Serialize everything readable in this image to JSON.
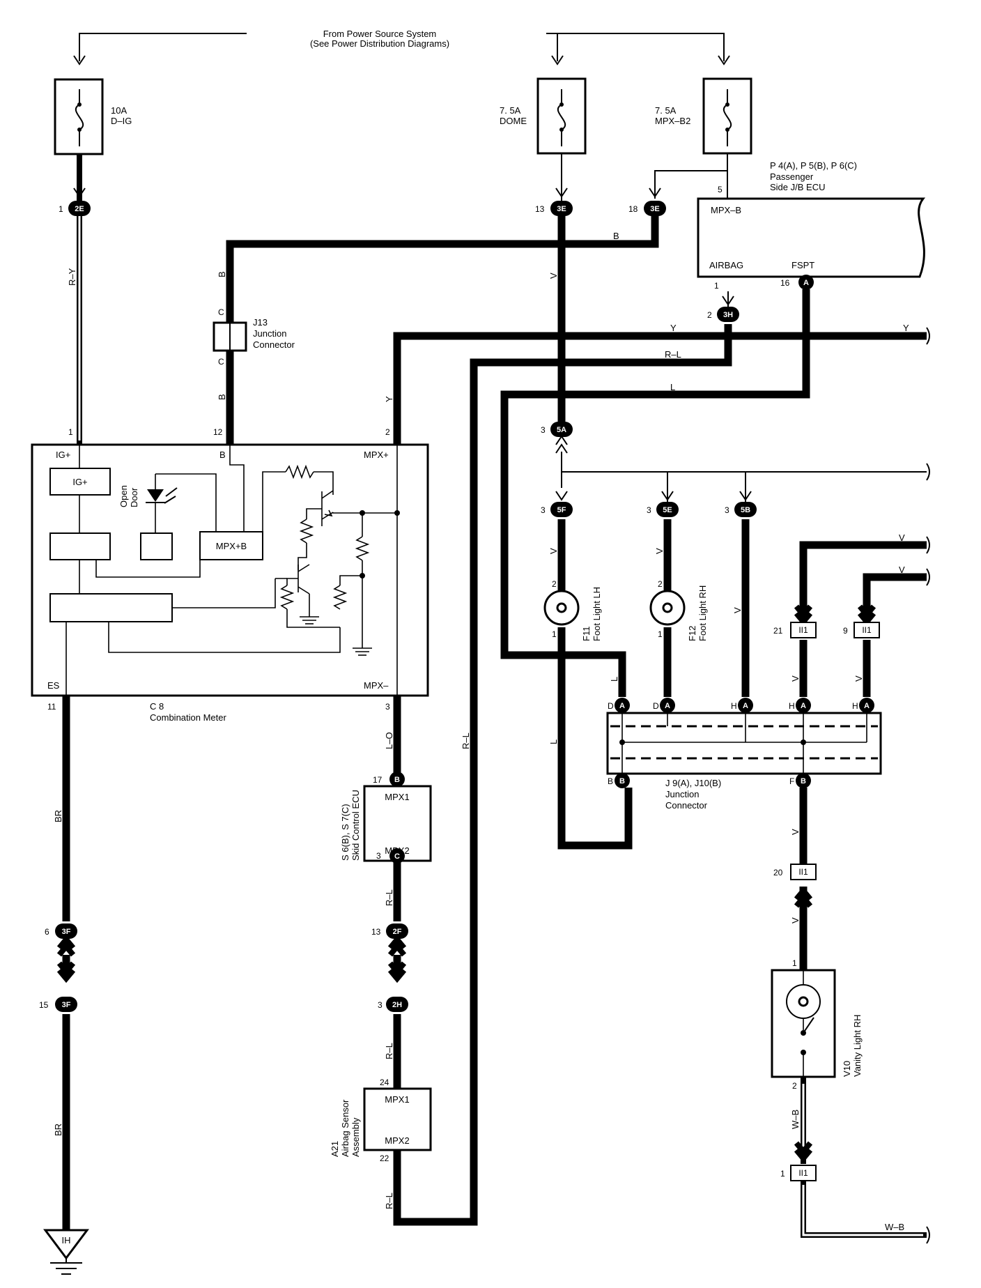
{
  "power_source": {
    "line1": "From Power Source System",
    "line2": "(See Power Distribution Diagrams)"
  },
  "fuses": [
    {
      "amp": "10A",
      "name": "D–IG"
    },
    {
      "amp": "7. 5A",
      "name": "DOME"
    },
    {
      "amp": "7. 5A",
      "name": "MPX–B2"
    }
  ],
  "ecu_passenger": {
    "code": "P 4(A), P 5(B), P 6(C)",
    "name_line1": "Passenger",
    "name_line2": "Side J/B ECU",
    "pin_mpxb": "MPX–B",
    "pin_airbag": "AIRBAG",
    "pin_fspt": "FSPT",
    "pin5": "5",
    "pin1": "1",
    "pin16": "16"
  },
  "junction_j13": {
    "code": "J13",
    "name_line1": "Junction",
    "name_line2": "Connector",
    "pin": "C"
  },
  "combination_meter": {
    "code": "C 8",
    "name": "Combination Meter",
    "ig_plus": "IG+",
    "b": "B",
    "mpx_plus": "MPX+",
    "es": "ES",
    "mpx_minus": "MPX–",
    "box_ig": "IG+",
    "box_mpxb": "MPX+B",
    "open_door1": "Open",
    "open_door2": "Door",
    "pin1": "1",
    "pin12": "12",
    "pin2": "2",
    "pin11": "11",
    "pin3": "3"
  },
  "skid_ecu": {
    "code": "S 6(B), S 7(C)",
    "name": "Skid Control ECU",
    "mpx1": "MPX1",
    "mpx2": "MPX2",
    "pin17": "17",
    "pin3": "3"
  },
  "airbag": {
    "code": "A21",
    "name1": "Airbag Sensor",
    "name2": "Assembly",
    "mpx1": "MPX1",
    "mpx2": "MPX2",
    "pin24": "24",
    "pin22": "22"
  },
  "foot_lh": {
    "code": "F11",
    "name": "Foot Light LH",
    "pin2": "2",
    "pin1": "1"
  },
  "foot_rh": {
    "code": "F12",
    "name": "Foot Light RH",
    "pin2": "2",
    "pin1": "1"
  },
  "junction_j9": {
    "code": "J 9(A), J10(B)",
    "name1": "Junction",
    "name2": "Connector"
  },
  "vanity": {
    "code": "V10",
    "name": "Vanity Light RH",
    "pin1": "1",
    "pin2": "2"
  },
  "ground": {
    "label": "IH"
  },
  "connectors": {
    "c2E": "2E",
    "c3E": "3E",
    "c3H": "3H",
    "c5A": "5A",
    "c5F": "5F",
    "c5E": "5E",
    "c5B": "5B",
    "c3F": "3F",
    "c2F": "2F",
    "c2H": "2H",
    "cA": "A",
    "cB": "B",
    "cC": "C",
    "cII1": "II1"
  },
  "pins": {
    "p1": "1",
    "p2": "2",
    "p3": "3",
    "p6": "6",
    "p9": "9",
    "p13": "13",
    "p15": "15",
    "p18": "18",
    "p20": "20",
    "p21": "21",
    "pD": "D",
    "pH": "H",
    "pB": "B",
    "pF": "F"
  },
  "wire_colors": {
    "RY": "R–Y",
    "B": "B",
    "V": "V",
    "Y": "Y",
    "RL": "R–L",
    "L": "L",
    "LO": "L–O",
    "BR": "BR",
    "WB": "W–B"
  }
}
